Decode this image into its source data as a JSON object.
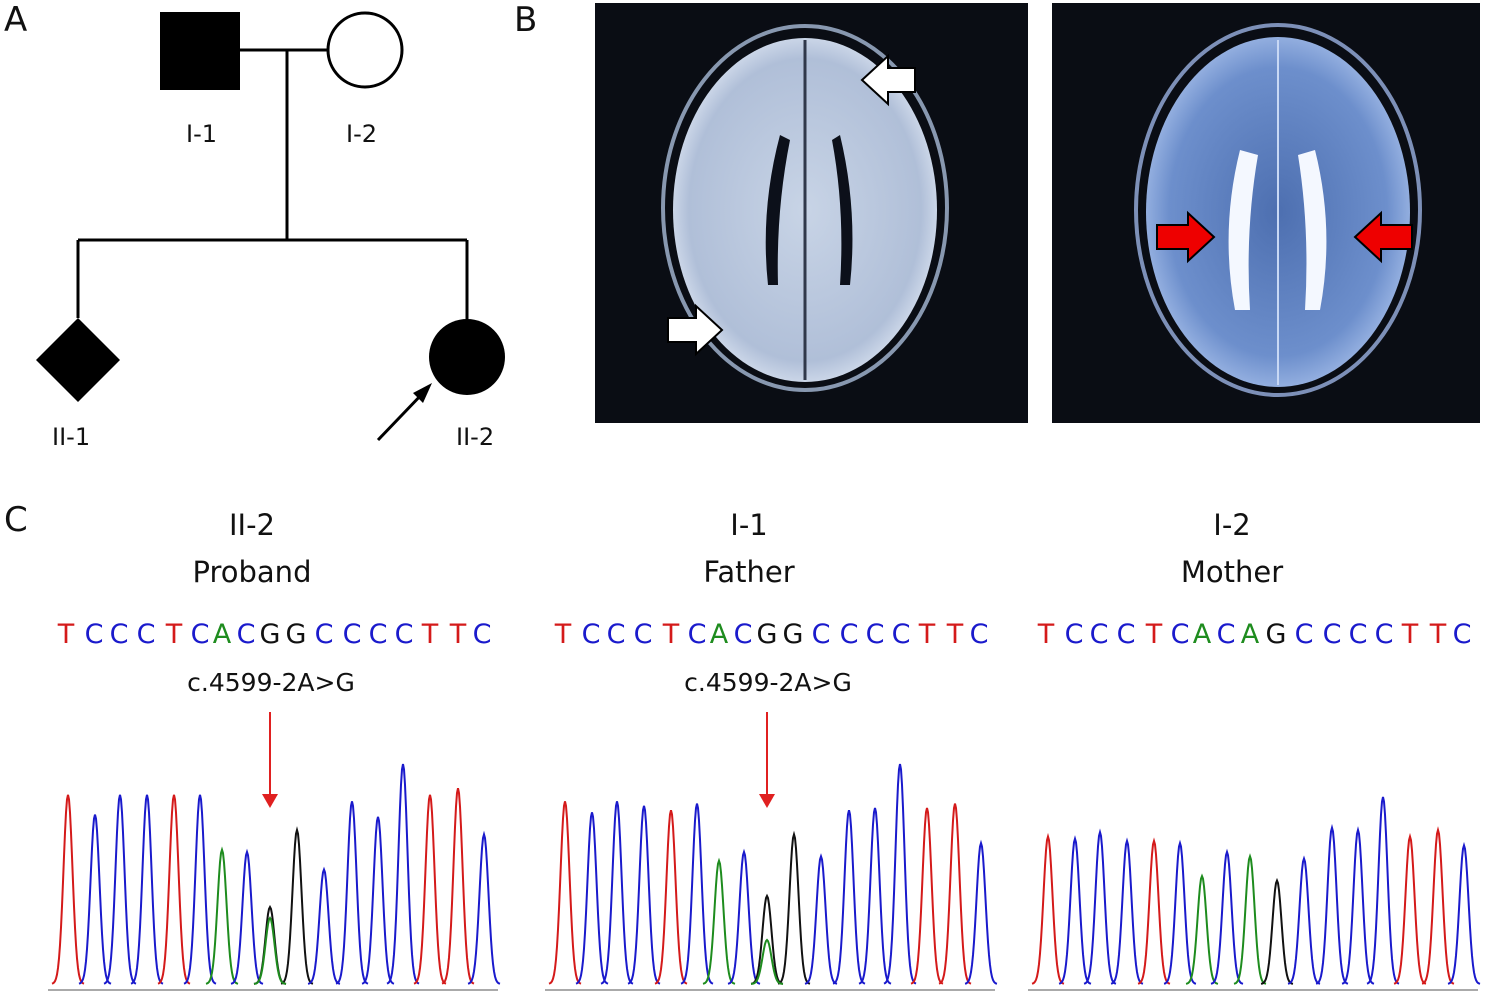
{
  "panels": {
    "a": "A",
    "b": "B",
    "c": "C"
  },
  "pedigree": {
    "individuals": [
      {
        "id": "I-1",
        "sex": "male",
        "affected": true
      },
      {
        "id": "I-2",
        "sex": "female",
        "affected": false
      },
      {
        "id": "II-1",
        "sex": "unknown",
        "affected": true
      },
      {
        "id": "II-2",
        "sex": "female",
        "affected": true,
        "proband": true
      }
    ]
  },
  "mri": {
    "images": [
      {
        "arrows": [
          {
            "color": "#ffffff",
            "direction": "left"
          },
          {
            "color": "#ffffff",
            "direction": "right"
          }
        ]
      },
      {
        "arrows": [
          {
            "color": "#ee0000",
            "direction": "right"
          },
          {
            "color": "#ee0000",
            "direction": "left"
          }
        ]
      }
    ]
  },
  "colors": {
    "T": "#d41a1a",
    "C": "#1a1acc",
    "A": "#1e8c1e",
    "G": "#111111",
    "mutation_arrow": "#e02020"
  },
  "sequencing": [
    {
      "id": "II-2",
      "role": "Proband",
      "sequence": "TCCCTCACGGCCCCTTC",
      "mutation": "c.4599-2A>G",
      "mutation_index": 8,
      "peaks": [
        0.86,
        0.77,
        0.86,
        0.86,
        0.86,
        0.86,
        0.61,
        0.6,
        0.35,
        0.7,
        0.52,
        0.83,
        0.76,
        1.0,
        0.86,
        0.89,
        0.68
      ],
      "secondary": [
        {
          "index": 8,
          "base": "A",
          "height": 0.3
        }
      ]
    },
    {
      "id": "I-1",
      "role": "Father",
      "sequence": "TCCCTCACGGCCCCTTC",
      "mutation": "c.4599-2A>G",
      "mutation_index": 8,
      "peaks": [
        0.83,
        0.78,
        0.83,
        0.81,
        0.79,
        0.82,
        0.56,
        0.6,
        0.4,
        0.68,
        0.58,
        0.79,
        0.8,
        1.0,
        0.8,
        0.82,
        0.64
      ],
      "secondary": [
        {
          "index": 8,
          "base": "A",
          "height": 0.2
        }
      ]
    },
    {
      "id": "I-2",
      "role": "Mother",
      "sequence": "TCCCTCACAGCCCCTTC",
      "mutation": "",
      "mutation_index": -1,
      "peaks": [
        0.67,
        0.66,
        0.69,
        0.65,
        0.65,
        0.64,
        0.49,
        0.6,
        0.58,
        0.47,
        0.57,
        0.71,
        0.7,
        0.85,
        0.67,
        0.7,
        0.63
      ],
      "secondary": []
    }
  ]
}
